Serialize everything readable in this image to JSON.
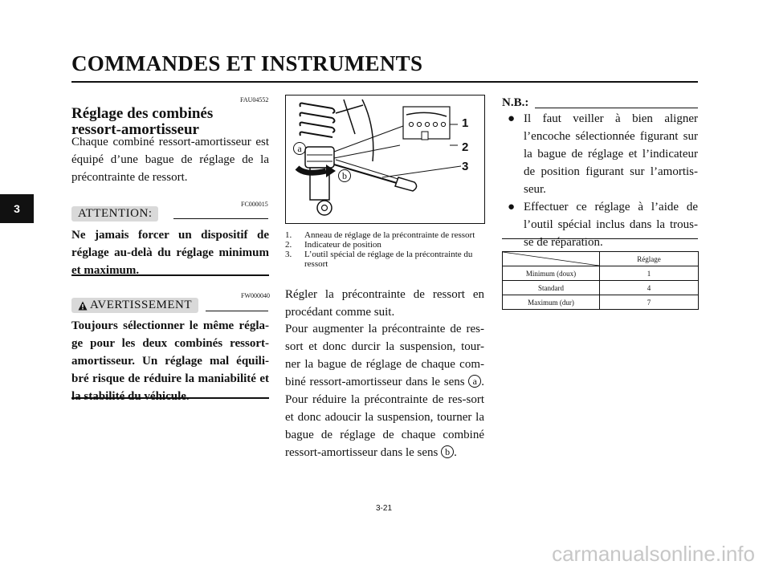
{
  "header": {
    "title": "COMMANDES ET INSTRUMENTS"
  },
  "chapter_tab": "3",
  "left": {
    "code1": "FAU04552",
    "heading_line1": "Réglage des combinés",
    "heading_line2": "ressort-amortisseur",
    "intro": "Chaque combiné ressort-amortisseur est équipé d’une bague de réglage de la précontrainte de ressort.",
    "code2": "FC000015",
    "attention_label": "ATTENTION:",
    "attention_text": "Ne jamais forcer un dispositif de réglage au-delà du réglage minimum et maximum.",
    "code3": "FW000040",
    "warning_label": "AVERTISSEMENT",
    "warning_text": "Toujours sélectionner le même régla-ge pour les deux combinés ressort-amortisseur. Un réglage mal équili-bré risque de réduire la maniabilité et la stabilité du véhicule."
  },
  "figure": {
    "label_a": "a",
    "label_b": "b",
    "callout_1": "1",
    "callout_2": "2",
    "callout_3": "3"
  },
  "captions": [
    {
      "num": "1.",
      "text": "Anneau de réglage de la précontrainte de ressort"
    },
    {
      "num": "2.",
      "text": "Indicateur de position"
    },
    {
      "num": "3.",
      "text": "L’outil spécial de réglage de la précontrainte du ressort"
    }
  ],
  "middle": {
    "para1": "Régler la précontrainte de ressort en procédant comme suit.",
    "para2_part1": "Pour augmenter la précontrainte de res-sort et donc durcir la suspension, tour-ner la bague de réglage de chaque com-biné ressort-amortisseur dans le sens",
    "dir_a": "a",
    "para2_part2": ". Pour réduire la précontrainte de res-sort et donc adoucir la suspension, tourner la bague de réglage de chaque combiné ressort-amortisseur dans le sens",
    "dir_b": "b",
    "para2_end": "."
  },
  "note": {
    "label": "N.B.:",
    "bullets": [
      "Il faut veiller à bien aligner l’encoche sélectionnée figurant sur la bague de réglage et l’indicateur de position figurant sur l’amortis-seur.",
      "Effectuer ce réglage à l’aide de l’outil spécial inclus dans la trous-se de réparation."
    ]
  },
  "table": {
    "header": "Réglage",
    "rows": [
      {
        "label": "Minimum (doux)",
        "value": "1"
      },
      {
        "label": "Standard",
        "value": "4"
      },
      {
        "label": "Maximum (dur)",
        "value": "7"
      }
    ]
  },
  "page_number": "3-21",
  "watermark": "carmanualsonline.info"
}
